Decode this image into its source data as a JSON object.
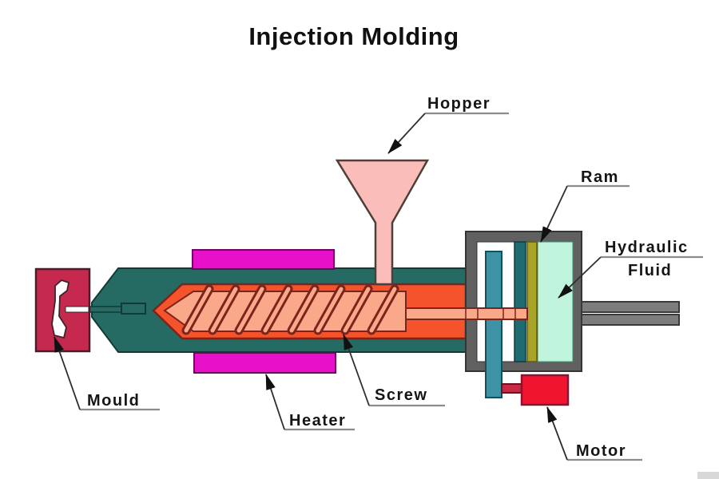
{
  "title": "Injection Molding",
  "labels": {
    "hopper": "Hopper",
    "ram": "Ram",
    "hydraulic_line1": "Hydraulic",
    "hydraulic_line2": "Fluid",
    "motor": "Motor",
    "heater": "Heater",
    "screw": "Screw",
    "mould": "Mould"
  },
  "colors": {
    "mould": "#C5294E",
    "mould_cavity": "#FFFFFF",
    "barrel": "#266B63",
    "heater": "#E611C9",
    "screw_outer": "#F4532C",
    "screw_inner": "#F9A889",
    "hopper": "#FBBDBA",
    "housing": "#606060",
    "housing_interior": "#FFFFFF",
    "bearing_bar": "#3E92A6",
    "piston_plate": "#1F6B72",
    "ram_plate": "#A9A428",
    "hydraulic_fluid": "#C1F4DC",
    "rod": "#7D7D7D",
    "motor": "#F0142E",
    "coupling": "#C62B45",
    "corner_mark": "#D8D8D8"
  }
}
